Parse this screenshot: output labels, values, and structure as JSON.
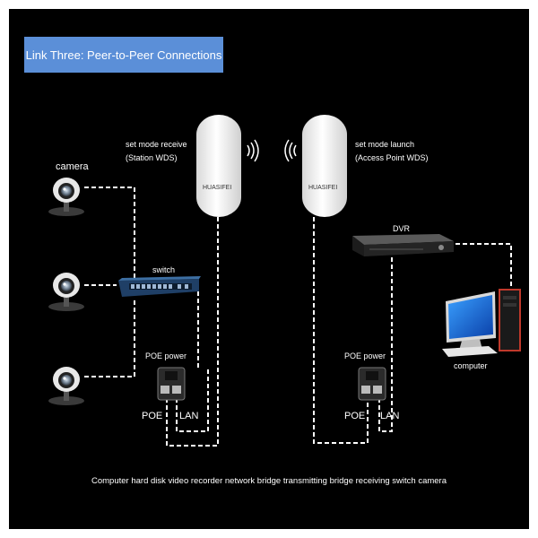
{
  "title": "Link Three: Peer-to-Peer Connections",
  "left_bridge": {
    "brand": "HUASIFEI",
    "mode_line1": "set mode receive",
    "mode_line2": "(Station WDS)"
  },
  "right_bridge": {
    "brand": "HUASIFEI",
    "mode_line1": "set mode launch",
    "mode_line2": "(Access Point WDS)"
  },
  "labels": {
    "camera": "camera",
    "switch": "switch",
    "poe_power_left": "POE power",
    "poe_power_right": "POE power",
    "poe_left": "POE",
    "lan_left": "LAN",
    "poe_right": "POE",
    "lan_right": "LAN",
    "dvr": "DVR",
    "computer": "computer"
  },
  "caption": "Computer hard disk video recorder network bridge transmitting bridge receiving switch camera",
  "colors": {
    "background": "#000000",
    "title_bg": "#5b8fd8",
    "line": "#ffffff"
  },
  "icons": [
    "camera-icon",
    "switch-icon",
    "poe-adapter-icon",
    "bridge-icon",
    "wifi-signal-icon",
    "dvr-icon",
    "computer-icon"
  ]
}
